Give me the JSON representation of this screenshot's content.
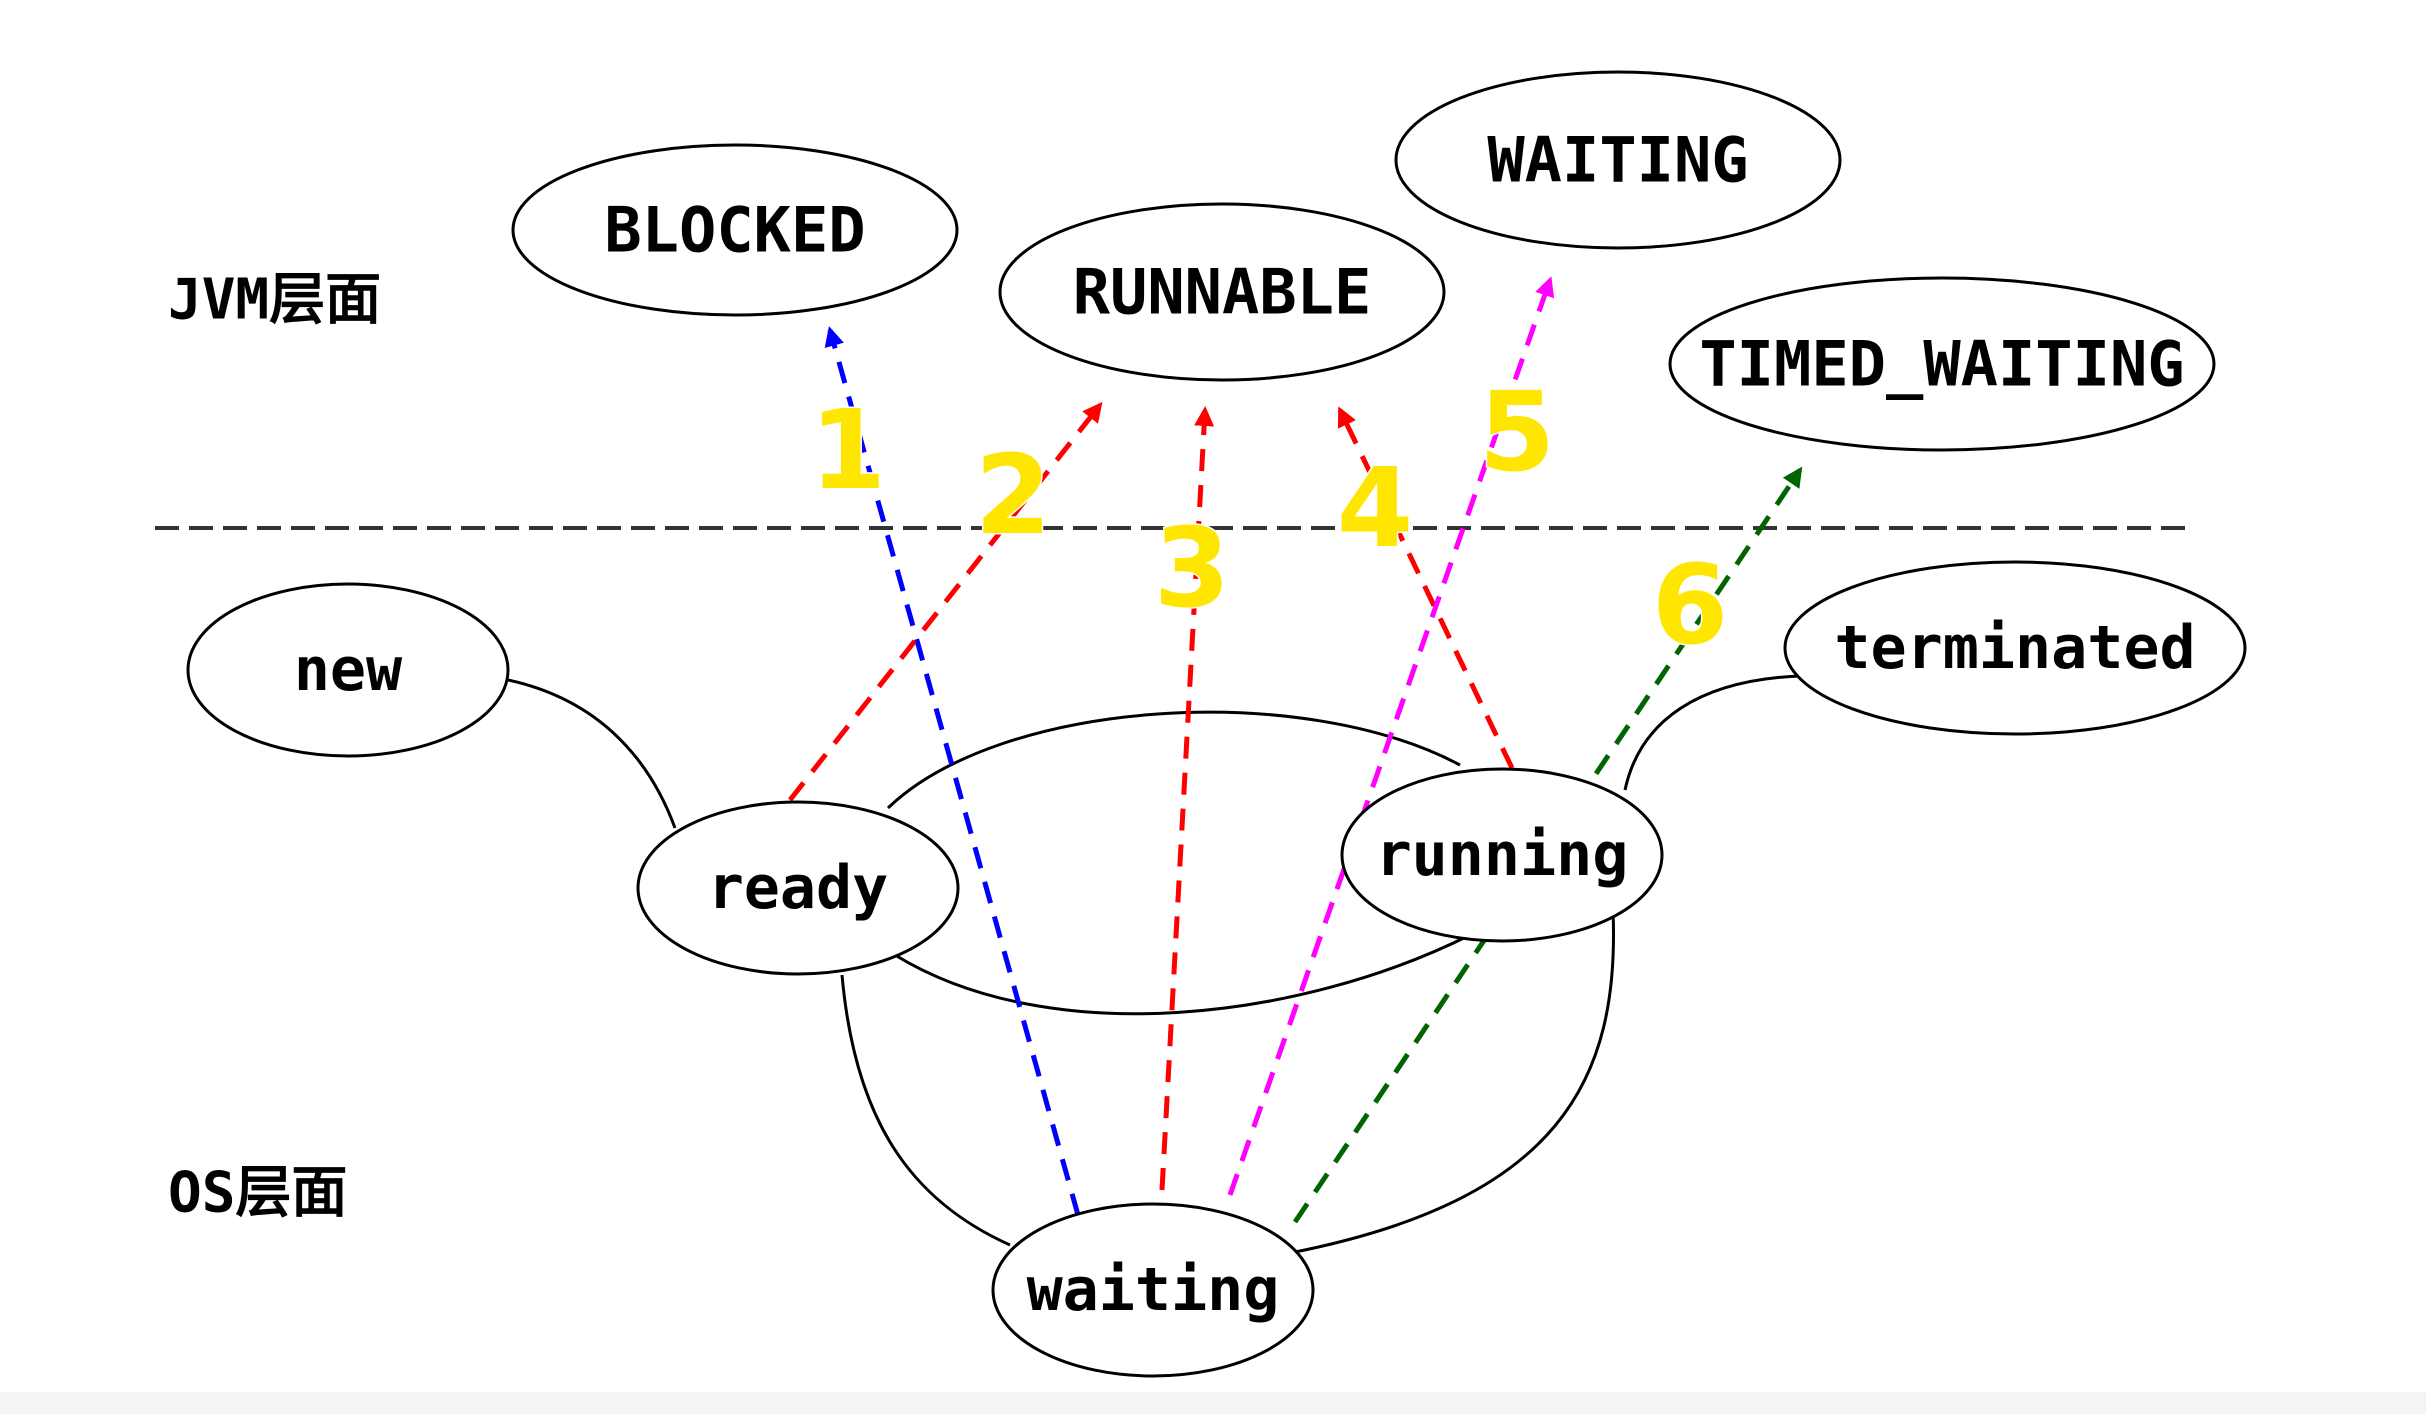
{
  "layers": {
    "jvm_label": "JVM层面",
    "os_label": "OS层面"
  },
  "jvm_states": {
    "blocked": "BLOCKED",
    "runnable": "RUNNABLE",
    "waiting": "WAITING",
    "timed_waiting": "TIMED_WAITING"
  },
  "os_states": {
    "new": "new",
    "ready": "ready",
    "running": "running",
    "terminated": "terminated",
    "waiting": "waiting"
  },
  "mappings": [
    {
      "number": "1",
      "from": "waiting",
      "to": "BLOCKED",
      "color": "#0000ff"
    },
    {
      "number": "2",
      "from": "ready",
      "to": "RUNNABLE",
      "color": "#ff0000"
    },
    {
      "number": "3",
      "from": "waiting",
      "to": "RUNNABLE",
      "color": "#ff0000"
    },
    {
      "number": "4",
      "from": "running",
      "to": "RUNNABLE",
      "color": "#ff0000"
    },
    {
      "number": "5",
      "from": "waiting",
      "to": "WAITING",
      "color": "#ff00ff"
    },
    {
      "number": "6",
      "from": "waiting",
      "to": "TIMED_WAITING",
      "color": "#006400"
    }
  ],
  "number_color": "#ffe600"
}
